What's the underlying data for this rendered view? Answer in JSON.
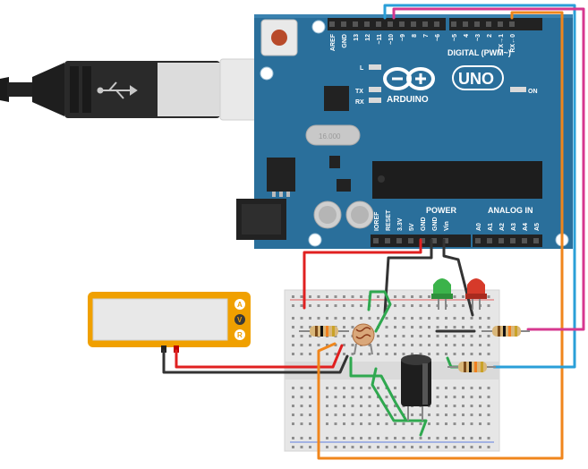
{
  "board": {
    "brand": "ARDUINO",
    "model": "UNO",
    "header_digital": "DIGITAL (PWM~)",
    "header_power": "POWER",
    "header_analog": "ANALOG IN",
    "crystal": "16.000",
    "led_l": "L",
    "led_tx": "TX",
    "led_rx": "RX",
    "led_on": "ON",
    "digital_pins": [
      "AREF",
      "GND",
      "13",
      "12",
      "~11",
      "~10",
      "~9",
      "8",
      "7",
      "~6",
      "~5",
      "4",
      "~3",
      "2",
      "TX→1",
      "RX←0"
    ],
    "power_pins": [
      "IOREF",
      "RESET",
      "3.3V",
      "5V",
      "GND",
      "GND",
      "Vin"
    ],
    "analog_pins": [
      "A0",
      "A1",
      "A2",
      "A3",
      "A4",
      "A5"
    ]
  },
  "multimeter": {
    "mode_a": "A",
    "mode_v": "V",
    "mode_r": "R"
  },
  "colors": {
    "board": "#2a6f9b",
    "wire_red": "#e02020",
    "wire_black": "#333333",
    "wire_green": "#2fa84f",
    "wire_orange": "#f0861c",
    "wire_blue": "#2a9fd8",
    "wire_magenta": "#d6388f",
    "multimeter": "#f0a000"
  },
  "icons": [
    "usb-cable-icon",
    "usb-symbol-icon",
    "reset-button-icon",
    "dc-jack-icon",
    "led-green-icon",
    "led-red-icon",
    "photoresistor-icon",
    "capacitor-icon",
    "resistor-icon"
  ]
}
